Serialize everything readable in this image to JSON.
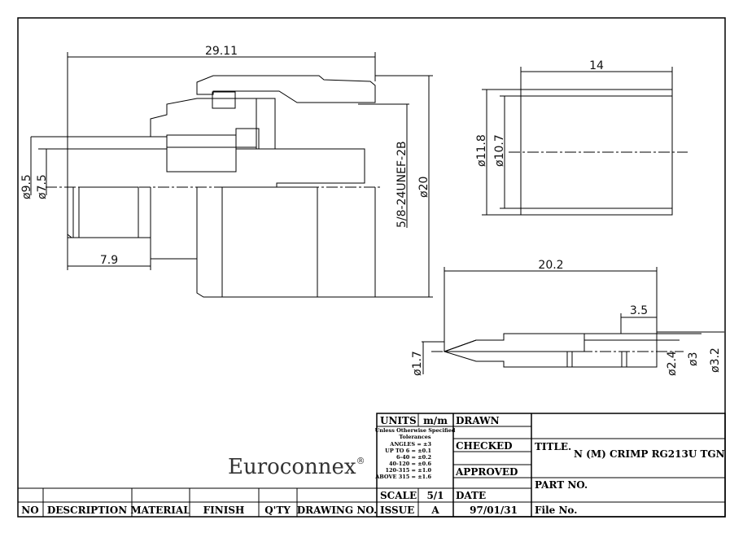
{
  "drawing": {
    "dimensions": {
      "overall_length": "29.11",
      "dia_9_5": "ø9.5",
      "dia_7_5": "ø7.5",
      "length_7_9": "7.9",
      "thread": "5/8-24UNEF-2B",
      "dia_20": "ø20",
      "ferrule_length": "14",
      "dia_11_8": "ø11.8",
      "dia_10_7": "ø10.7",
      "pin_length": "20.2",
      "pin_crimp_length": "3.5",
      "dia_1_7": "ø1.7",
      "dia_2_4": "ø2.4",
      "dia_3": "ø3",
      "dia_3_2": "ø3.2"
    }
  },
  "logo": {
    "text": "Euroconnex",
    "mark": "®"
  },
  "title_block": {
    "units_label": "UNITS",
    "units_value": "m/m",
    "tolerance_title": "Unless Otherwise Specified",
    "tolerance_sub": "Tolerances",
    "tolerances": [
      "ANGLES = ±3",
      "UP TO 6 = ±0.1",
      "6-40 = ±0.2",
      "40-120 = ±0.6",
      "120-315 = ±1.0",
      "ABOVE 315 = ±1.6"
    ],
    "drawn": "DRAWN",
    "checked": "CHECKED",
    "approved": "APPROVED",
    "scale_label": "SCALE",
    "scale_value": "5/1",
    "issue_label": "ISSUE",
    "issue_value": "A",
    "date_label": "DATE",
    "date_value": "97/01/31",
    "title_label": "TITLE.",
    "title_value": "N (M) CRIMP RG213U TGN",
    "part_no": "PART NO.",
    "file_no": "File No."
  },
  "bom_headers": [
    "NO",
    "DESCRIPTION",
    "MATERIAL",
    "FINISH",
    "Q'TY",
    "DRAWING NO."
  ]
}
